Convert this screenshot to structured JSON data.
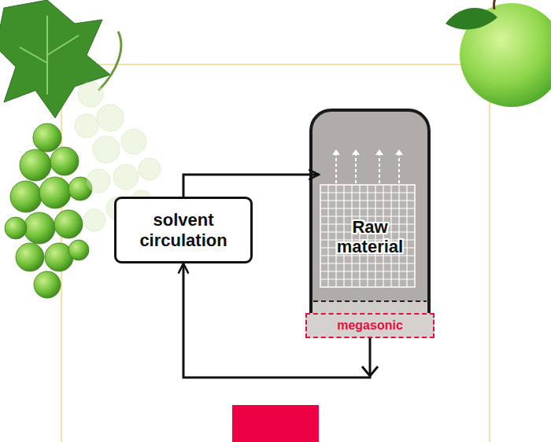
{
  "diagram": {
    "nodes": [
      {
        "text": [
          "solvent circulation"
        ]
      },
      {
        "text": [
          "Raw material"
        ]
      },
      {
        "text": [
          "megasonic"
        ]
      }
    ],
    "edges": [
      {
        "from": 0,
        "to": 1,
        "arrow": "to"
      },
      {
        "from": 2,
        "to": 0,
        "arrow": "to"
      }
    ]
  }
}
